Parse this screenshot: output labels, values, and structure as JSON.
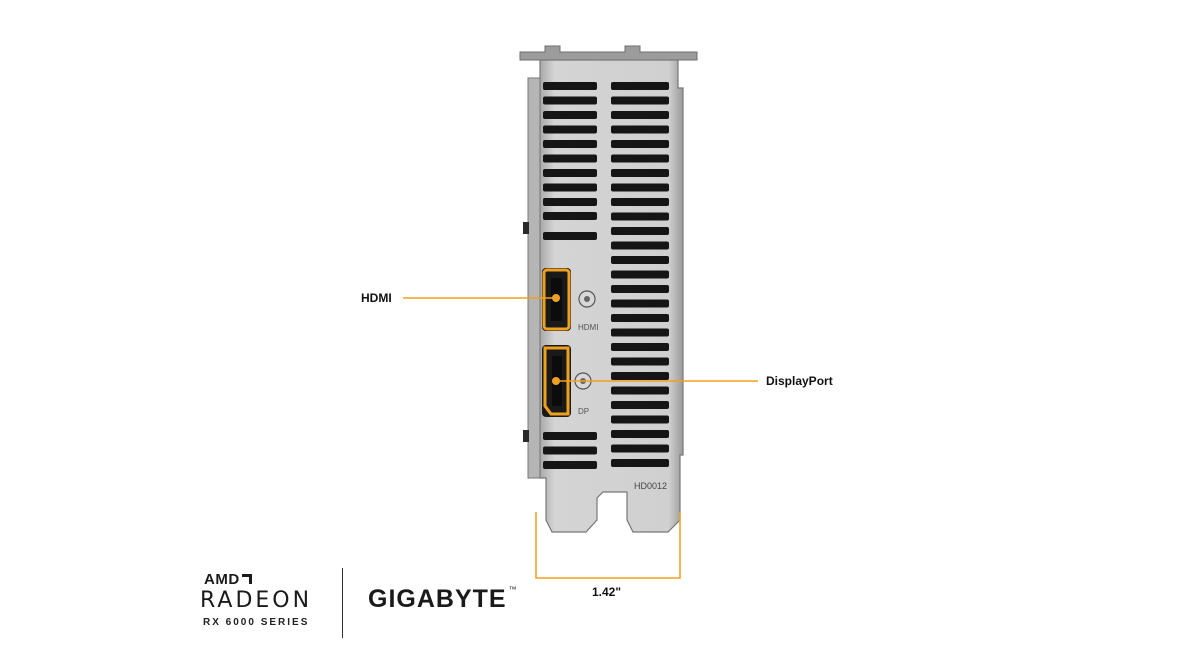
{
  "callouts": {
    "hdmi": "HDMI",
    "displayport": "DisplayPort",
    "width": "1.42\""
  },
  "bracket_markings": {
    "hdmi_port": "HDMI",
    "dp_port": "DP",
    "serial": "HD0012"
  },
  "branding": {
    "amd": "AMD",
    "radeon": "RADEON",
    "series": "RX 6000 SERIES",
    "gigabyte": "GIGABYTE",
    "trademark": "™"
  },
  "colors": {
    "accent": "#f0a020",
    "bracket": "#c9c9c9",
    "bracket_dark": "#8a8a8a",
    "slot": "#151515"
  }
}
